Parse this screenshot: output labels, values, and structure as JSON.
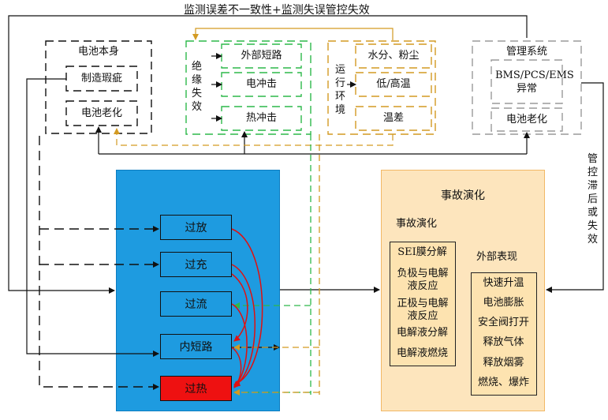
{
  "top_feedback_label": "监测误差不一致性+监测失误管控失效",
  "battery_group": {
    "title": "电池本身",
    "items": [
      "制造瑕疵",
      "电池老化"
    ]
  },
  "insulation_group": {
    "title": "绝缘失效",
    "items": [
      "外部短路",
      "电冲击",
      "热冲击"
    ]
  },
  "environment_group": {
    "title": "运行环境",
    "items": [
      "水分、粉尘",
      "低/高温",
      "温差"
    ]
  },
  "management_group": {
    "title": "管理系统",
    "items": [
      "BMS/PCS/EMS异常",
      "电池老化"
    ]
  },
  "right_feedback_label": "管控滞后或失效",
  "fault_states": [
    "过放",
    "过充",
    "过流",
    "内短路",
    "过热"
  ],
  "evolution": {
    "title": "事故演化",
    "internal": {
      "title": "事故演化",
      "items": [
        "SEI膜分解",
        "负极与电解液反应",
        "正极与电解液反应",
        "电解液分解",
        "电解液燃烧"
      ]
    },
    "external": {
      "title": "外部表现",
      "items": [
        "快速升温",
        "电池膨胀",
        "安全阀打开",
        "释放气体",
        "释放烟雾",
        "燃烧、爆炸"
      ]
    }
  },
  "colors": {
    "blue_panel": "#1e9be0",
    "orange_panel": "#fde5bd",
    "green_dash": "#2db84a",
    "gold_dash": "#d39a22",
    "gray_dash": "#9a9a9a",
    "red_arrow": "#e01010"
  }
}
